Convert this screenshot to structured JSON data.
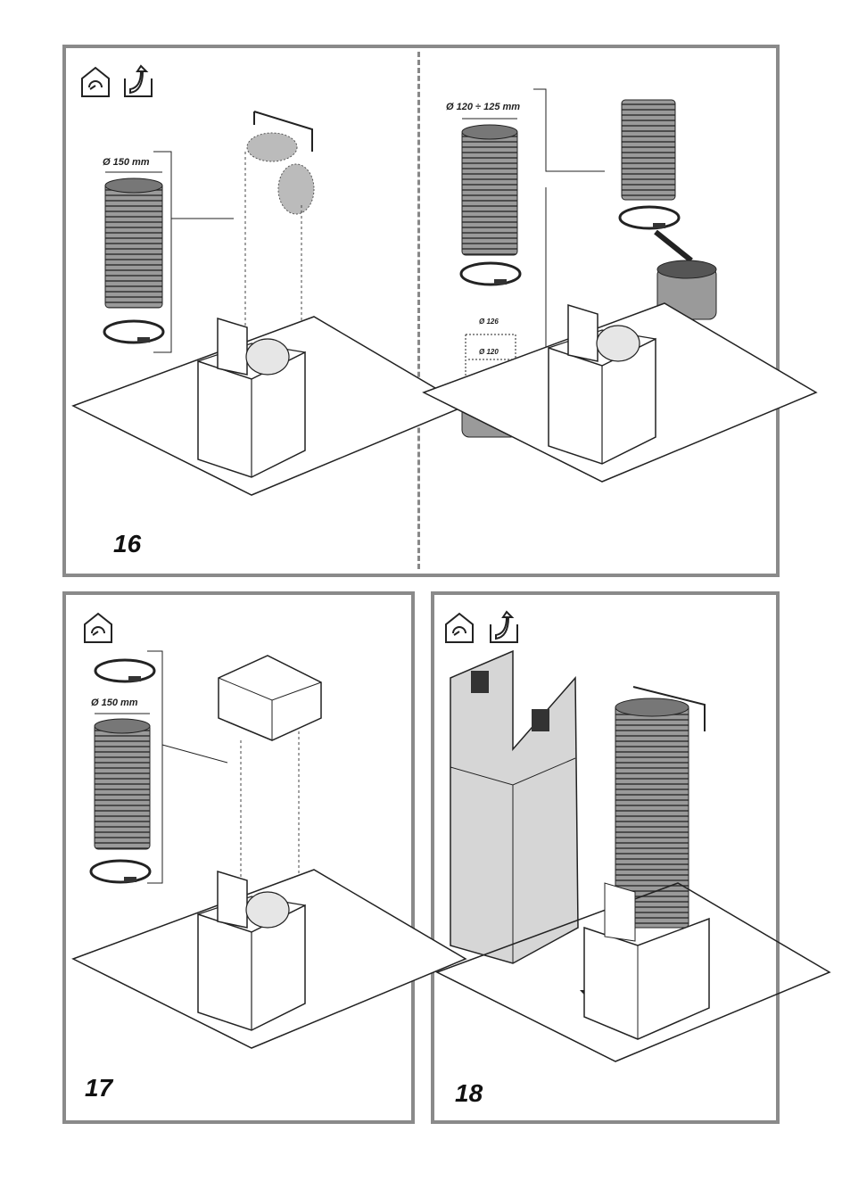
{
  "steps": [
    {
      "number": "16",
      "labels": {
        "left_duct": "Ø 150 mm",
        "right_duct": "Ø 120 ÷ 125 mm",
        "adapter_outer": "Ø 126",
        "adapter_inner": "Ø 120"
      },
      "icons": [
        "recirculation-mode-icon",
        "extraction-mode-icon"
      ]
    },
    {
      "number": "17",
      "labels": {
        "duct": "Ø 150 mm"
      },
      "icons": [
        "recirculation-mode-icon"
      ]
    },
    {
      "number": "18",
      "labels": {},
      "icons": [
        "recirculation-mode-icon",
        "extraction-mode-icon"
      ]
    }
  ],
  "colors": {
    "border": "#8a8a8a",
    "line": "#222222",
    "duct": "#888888",
    "chimney": "#d6d6d6"
  }
}
